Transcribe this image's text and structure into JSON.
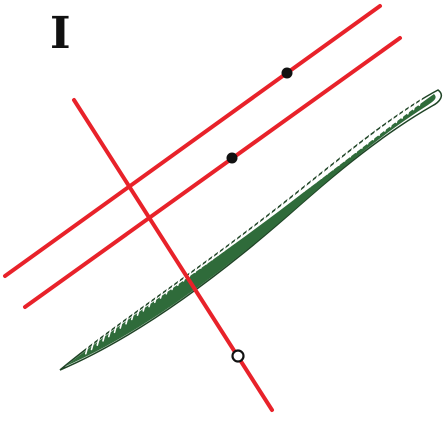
{
  "figure": {
    "label": "I"
  },
  "colors": {
    "line": "#e8222a",
    "point": "#111111",
    "open_point_fill": "#ffffff",
    "leaf_fill": "#2f6b3a",
    "leaf_vein": "#ffffff",
    "leaf_outline": "#1f4426"
  },
  "elements": {
    "parallel_lines": 2,
    "transversal_lines": 1,
    "filled_points": 2,
    "open_points": 1,
    "leaf_shapes": 1
  }
}
